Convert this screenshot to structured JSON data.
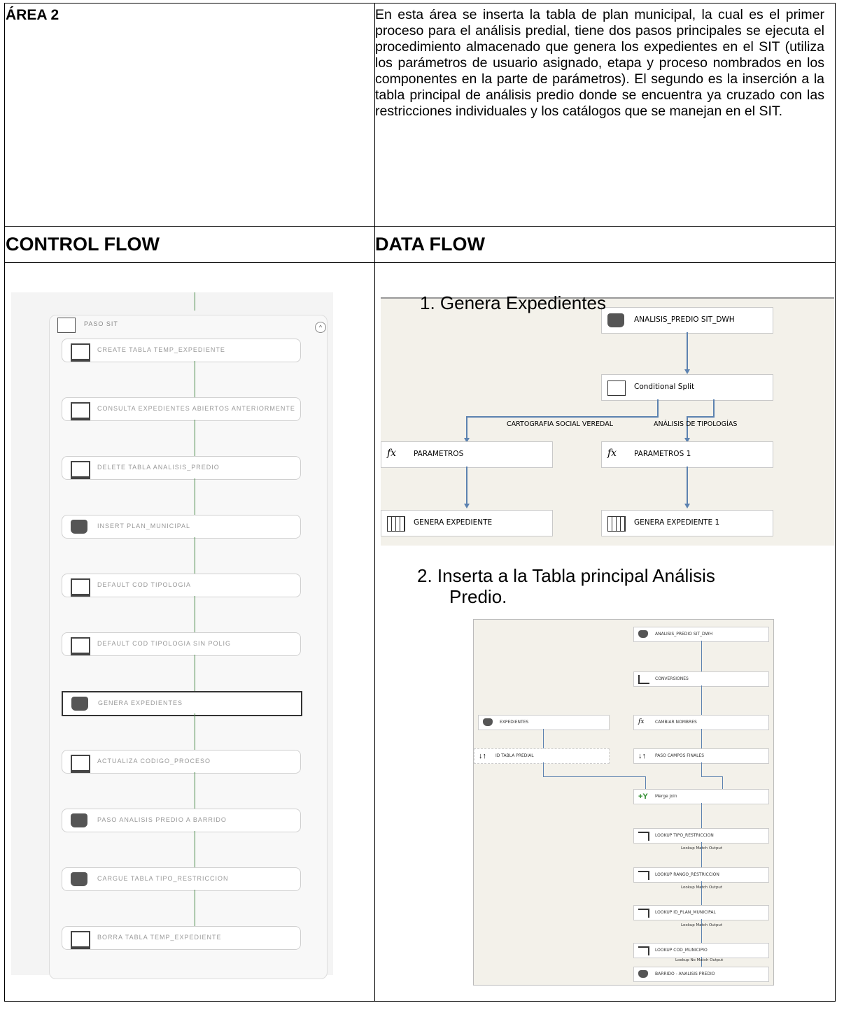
{
  "area": {
    "title": "ÁREA 2",
    "description": "En esta área se inserta la tabla de plan municipal, la cual es el primer proceso para el análisis predial, tiene dos pasos principales se ejecuta el procedimiento almacenado que genera los expedientes en el SIT (utiliza los parámetros de usuario asignado, etapa y proceso nombrados en los componentes en la parte de parámetros). El segundo es la inserción a la tabla principal de análisis predio donde se encuentra ya cruzado con las restricciones individuales y los catálogos que se manejan en el SIT."
  },
  "headers": {
    "control_flow": "CONTROL FLOW",
    "data_flow": "DATA FLOW"
  },
  "control_flow": {
    "container_label": "PASO SIT",
    "tasks": [
      {
        "label": "CREATE TABLA TEMP_EXPEDIENTE",
        "icon": "execute-sql-icon"
      },
      {
        "label": "CONSULTA EXPEDIENTES ABIERTOS ANTERIORMENTE",
        "icon": "execute-sql-icon"
      },
      {
        "label": "DELETE TABLA ANALISIS_PREDIO",
        "icon": "execute-sql-icon"
      },
      {
        "label": "INSERT PLAN_MUNICIPAL",
        "icon": "data-flow-icon"
      },
      {
        "label": "DEFAULT COD TIPOLOGIA",
        "icon": "execute-sql-icon"
      },
      {
        "label": "DEFAULT COD TIPOLOGIA SIN POLIG",
        "icon": "execute-sql-icon"
      },
      {
        "label": "GENERA EXPEDIENTES",
        "icon": "data-flow-icon"
      },
      {
        "label": "ACTUALIZA CODIGO_PROCESO",
        "icon": "execute-sql-icon"
      },
      {
        "label": "PASO ANALISIS PREDIO A BARRIDO",
        "icon": "data-flow-icon"
      },
      {
        "label": "CARGUE TABLA TIPO_RESTRICCION",
        "icon": "data-flow-icon"
      },
      {
        "label": "BORRA TABLA TEMP_EXPEDIENTE",
        "icon": "execute-sql-icon"
      }
    ]
  },
  "data_flow_1": {
    "caption": "1. Genera Expedientes",
    "nodes": {
      "source": "ANALISIS_PREDIO SIT_DWH",
      "split": "Conditional Split",
      "param_left": "PARAMETROS",
      "param_right": "PARAMETROS 1",
      "gen_left": "GENERA EXPEDIENTE",
      "gen_right": "GENERA EXPEDIENTE 1"
    },
    "paths": {
      "left": "CARTOGRAFIA SOCIAL VEREDAL",
      "right": "ANÁLISIS DE TIPOLOGÍAS"
    }
  },
  "data_flow_2": {
    "caption_line1": "2. Inserta a la Tabla principal Análisis",
    "caption_line2": "Predio.",
    "nodes": {
      "source": "ANALISIS_PREDIO SIT_DWH",
      "conversiones": "CONVERSIONES",
      "expedientes": "EXPEDIENTES",
      "cambiar": "CAMBIAR NOMBRES",
      "id_tabla": "ID TABLA PREDIAL",
      "paso": "PASO CAMPOS FINALES",
      "merge": "Merge Join",
      "lk1": "LOOKUP TIPO_RESTRICCION",
      "lk2": "LOOKUP RANGO_RESTRICCION",
      "lk3": "LOOKUP ID_PLAN_MUNICIPAL",
      "lk4": "LOOKUP COD_MUNICIPIO",
      "dest": "BARRIDO - ANALISIS PREDIO"
    },
    "paths": {
      "p1": "Lookup Match Output",
      "p2": "Lookup Match Output",
      "p3": "Lookup Match Output",
      "p4": "Lookup No Match Output"
    }
  }
}
